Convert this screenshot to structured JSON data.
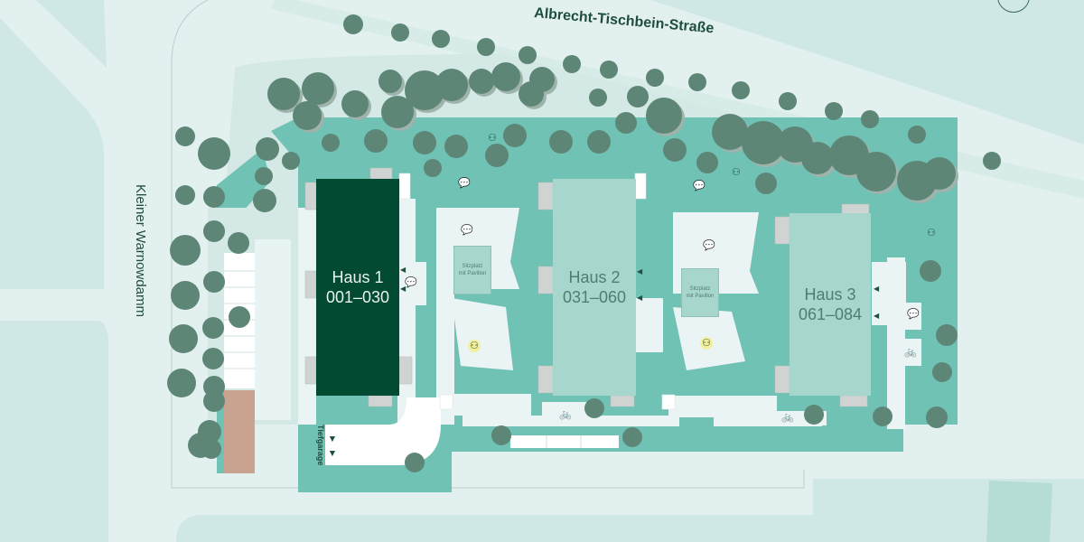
{
  "map": {
    "streets": {
      "top": "Albrecht-Tischbein-Straße",
      "left": "Kleiner Warnowdamm"
    },
    "buildings": [
      {
        "name": "Haus 1",
        "units": "001–030",
        "state": "selected",
        "color": "#034a32"
      },
      {
        "name": "Haus 2",
        "units": "031–060",
        "state": "default",
        "color": "#a7d6cc"
      },
      {
        "name": "Haus 3",
        "units": "061–084",
        "state": "default",
        "color": "#a7d6cc"
      }
    ],
    "pavilions": [
      {
        "line1": "Sitzplatz",
        "line2": "mit Pavillon"
      },
      {
        "line1": "Sitzplatz",
        "line2": "mit Pavillon"
      }
    ],
    "garage_label": "Tiefgarage",
    "icons": {
      "chat": "speech-bubbles-icon",
      "play": "playground-icon",
      "bike": "bicycle-icon",
      "entrance": "entrance-arrow-icon"
    },
    "glyphs": {
      "chat": "💬",
      "play": "⚇",
      "bike": "🚲",
      "arrow": "◀"
    },
    "colors": {
      "background": "#e3f0f0",
      "lawn": "#70c2b5",
      "tree": "#5e8676",
      "selected_building": "#034a32",
      "building": "#a7d6cc",
      "path": "#eaf4f4",
      "parking_brown": "#c9a38f",
      "text": "#1e4d3f"
    }
  }
}
